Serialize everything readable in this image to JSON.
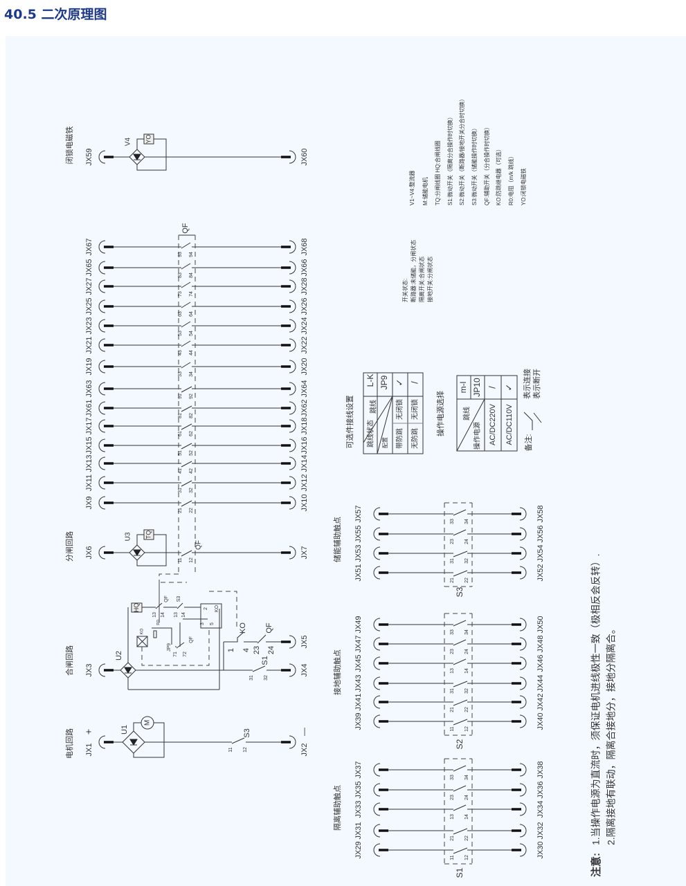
{
  "title": "40.5 二次原理图",
  "lock_circuit": {
    "name": "闭锁电磁铁",
    "left": "JX59",
    "right": "JX60",
    "rectifier": "V4",
    "coil": "YO"
  },
  "trip_circuit": {
    "name": "分闸回路",
    "left": "JX6",
    "right": "JX7",
    "rectifier": "U3",
    "coil": "TQ",
    "contact": {
      "name": "QF",
      "a": "11",
      "b": "12"
    }
  },
  "close_circuit": {
    "name": "合闸回路",
    "left": "JX3",
    "right": "JX4",
    "aux_right": "JX5",
    "rectifier": "U2",
    "coil": "HQ",
    "s1": {
      "name": "S1",
      "a": "31",
      "b": "32"
    },
    "ko": {
      "name": "KO",
      "a": "1",
      "b": "4"
    },
    "qf": {
      "name": "QF",
      "a": "23",
      "b": "24"
    },
    "qf_hq": {
      "name": "QF",
      "a": "13",
      "b": "14"
    },
    "s3": {
      "name": "S3",
      "a": "13",
      "b": "14"
    },
    "qf_ko": {
      "name": "QF",
      "a": "71",
      "b": "72"
    },
    "ko_relay": "KO",
    "ko_pins": [
      "2",
      "3",
      "5"
    ],
    "jumper": "JP9",
    "resistor": "R0"
  },
  "motor_circuit": {
    "name": "电机回路",
    "left": "JX1",
    "right": "JX2",
    "plus": "+",
    "minus": "—",
    "rectifier": "U1",
    "motor": "M",
    "s3": {
      "name": "S3",
      "a": "11",
      "b": "12"
    }
  },
  "qf_group": {
    "name": "QF",
    "rows": [
      {
        "left": "JX67",
        "right": "JX68",
        "a": "93",
        "b": "94",
        "type": "no"
      },
      {
        "left": "JX65",
        "right": "JX66",
        "a": "83",
        "b": "84",
        "type": "no"
      },
      {
        "left": "JX27",
        "right": "JX28",
        "a": "73",
        "b": "74",
        "type": "no"
      },
      {
        "left": "JX25",
        "right": "JX26",
        "a": "63",
        "b": "64",
        "type": "no"
      },
      {
        "left": "JX23",
        "right": "JX24",
        "a": "53",
        "b": "54",
        "type": "no"
      },
      {
        "left": "JX21",
        "right": "JX22",
        "a": "43",
        "b": "44",
        "type": "no"
      },
      {
        "left": "JX19",
        "right": "JX20",
        "a": "33",
        "b": "34",
        "type": "no"
      },
      {
        "left": "JX63",
        "right": "JX64",
        "a": "91",
        "b": "92",
        "type": "nc"
      },
      {
        "left": "JX61",
        "right": "JX62",
        "a": "81",
        "b": "82",
        "type": "nc"
      },
      {
        "left": "JX17",
        "right": "JX18",
        "a": "61",
        "b": "62",
        "type": "nc"
      },
      {
        "left": "JX15",
        "right": "JX16",
        "a": "51",
        "b": "52",
        "type": "nc"
      },
      {
        "left": "JX13",
        "right": "JX14",
        "a": "41",
        "b": "42",
        "type": "nc"
      },
      {
        "left": "JX11",
        "right": "JX12",
        "a": "31",
        "b": "32",
        "type": "nc"
      },
      {
        "left": "JX9",
        "right": "JX10",
        "a": "21",
        "b": "22",
        "type": "nc"
      }
    ]
  },
  "storage_group": {
    "name": "储能辅助触点",
    "switch": "S3",
    "rows": [
      {
        "left": "JX57",
        "right": "JX58",
        "a": "33",
        "b": "34",
        "type": "no"
      },
      {
        "left": "JX55",
        "right": "JX56",
        "a": "23",
        "b": "24",
        "type": "no"
      },
      {
        "left": "JX53",
        "right": "JX54",
        "a": "31",
        "b": "32",
        "type": "nc"
      },
      {
        "left": "JX51",
        "right": "JX52",
        "a": "21",
        "b": "22",
        "type": "nc"
      }
    ]
  },
  "earth_group": {
    "name": "接地辅助触点",
    "switch": "S2",
    "rows": [
      {
        "left": "JX49",
        "right": "JX50",
        "a": "33",
        "b": "34",
        "type": "no"
      },
      {
        "left": "JX47",
        "right": "JX48",
        "a": "23",
        "b": "24",
        "type": "no"
      },
      {
        "left": "JX45",
        "right": "JX46",
        "a": "13",
        "b": "14",
        "type": "no"
      },
      {
        "left": "JX43",
        "right": "JX44",
        "a": "31",
        "b": "32",
        "type": "nc"
      },
      {
        "left": "JX41",
        "right": "JX42",
        "a": "21",
        "b": "22",
        "type": "nc"
      },
      {
        "left": "JX39",
        "right": "JX40",
        "a": "11",
        "b": "12",
        "type": "nc"
      }
    ]
  },
  "isolation_group": {
    "name": "隔离辅助触点",
    "switch": "S1",
    "rows": [
      {
        "left": "JX37",
        "right": "JX38",
        "a": "33",
        "b": "34",
        "type": "no"
      },
      {
        "left": "JX35",
        "right": "JX36",
        "a": "23",
        "b": "24",
        "type": "no"
      },
      {
        "left": "JX33",
        "right": "JX34",
        "a": "13",
        "b": "14",
        "type": "no"
      },
      {
        "left": "JX31",
        "right": "JX32",
        "a": "21",
        "b": "22",
        "type": "nc"
      },
      {
        "left": "JX29",
        "right": "JX30",
        "a": "11",
        "b": "12",
        "type": "nc"
      }
    ]
  },
  "option_table": {
    "title": "可选件接线设置",
    "corner_top": "跳线",
    "corner_mid": "跳线状态",
    "corner_bottom": "配置",
    "jumper_name": "L-K",
    "jumper_id": "JP9",
    "rows": [
      {
        "config1": "带防跳",
        "config2": "无闭锁",
        "mark": "✓"
      },
      {
        "config1": "无防跳",
        "config2": "无闭锁",
        "mark": "/"
      }
    ]
  },
  "power_table": {
    "title": "操作电源选择",
    "corner_top": "跳线",
    "corner_bottom": "操作电源",
    "jumper_name": "m-l",
    "jumper_id": "JP10",
    "rows": [
      {
        "power": "AC/DC220V",
        "mark": "/"
      },
      {
        "power": "AC/DC110V",
        "mark": "✓"
      }
    ]
  },
  "remark": {
    "label": "备注:",
    "connect": "表示连接",
    "disconnect": "表示断开"
  },
  "switch_state": [
    "开关状态:",
    "断路器:未储能，分闸状态",
    "隔离开关:合闸状态",
    "接地开关:分闸状态"
  ],
  "legend": [
    "V1~V4:整流器",
    "M:储能电机",
    "TQ:分闸线圈   HQ:合闸线圈",
    "S1:微动开关（隔离分合操作时切换）",
    "S2:微动开关（断路器/接地开关分合时切换）",
    "S3:微动开关（储能操作时切换）",
    "QF:辅助开关（分合操作时切换）",
    "KO:防跳继电器（可选）",
    "R0:电阻（m/k 跳线）",
    "YO:闭锁电磁铁"
  ],
  "notes": {
    "label": "注意:",
    "line1": "1.当操作电源为直流时，须保证电机进线极性一致（极相反会反转）.",
    "line2": "2.隔离接地有联动，隔离合接地分，接地分隔离合。"
  }
}
